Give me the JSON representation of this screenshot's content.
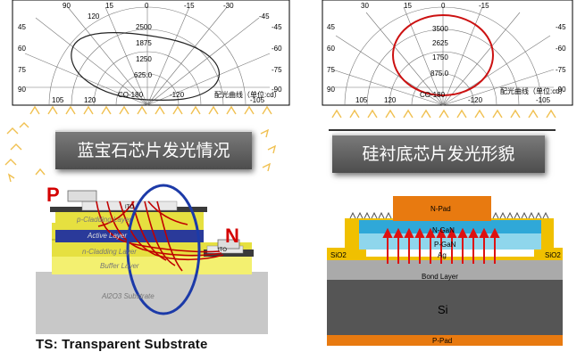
{
  "left_caption": "蓝宝石芯片发光情况",
  "right_caption": "硅衬底芯片发光形貌",
  "left_chip": {
    "p_label": "P",
    "n_label": "N",
    "ito_p": "ITO",
    "ito_n": "ITO",
    "layers": [
      "p-Cladding Layer",
      "Active Layer",
      "n-Cladding Layer",
      "Buffer Layer",
      "Al2O3 Substrate"
    ],
    "caption": "TS: Transparent Substrate"
  },
  "right_chip": {
    "n_pad": "N-Pad",
    "n_gan": "N-GaN",
    "p_gan": "P-GaN",
    "sio2_left": "SiO2",
    "sio2_right": "SiO2",
    "ag": "Ag",
    "bond_layer": "Bond Layer",
    "si": "Si",
    "p_pad": "P-Pad"
  },
  "polar_left": {
    "top_ticks": [
      "90",
      "120",
      "15",
      "0",
      "-15",
      "-30",
      "-45"
    ],
    "left_ticks": [
      "45",
      "60",
      "75",
      "90"
    ],
    "right_ticks": [
      "-45",
      "-60",
      "-75",
      "-90"
    ],
    "radial_ticks": [
      "2500",
      "1875",
      "1250",
      "625.0"
    ],
    "bottom_ticks": [
      "105",
      "120",
      "CO-180",
      "-120",
      "-105"
    ],
    "legend": "配光曲线（单位:cd）"
  },
  "polar_right": {
    "top_ticks": [
      "30",
      "15",
      "0",
      "-15"
    ],
    "left_ticks": [
      "45",
      "60",
      "75",
      "90"
    ],
    "right_ticks": [
      "-45",
      "-60",
      "-75",
      "-90"
    ],
    "radial_ticks": [
      "3500",
      "2625",
      "1750",
      "875.0"
    ],
    "bottom_ticks": [
      "105",
      "120",
      "CO-180",
      "-120",
      "-105"
    ],
    "legend": "配光曲线（单位:cd）"
  },
  "colors": {
    "sun_ray": "#f0c050",
    "red_curve": "#cc1111",
    "chip_gold": "#f0c000",
    "chip_blue": "#2a3a9a",
    "gan_blue": "#2fa8d8",
    "pad_orange": "#e87a10"
  }
}
